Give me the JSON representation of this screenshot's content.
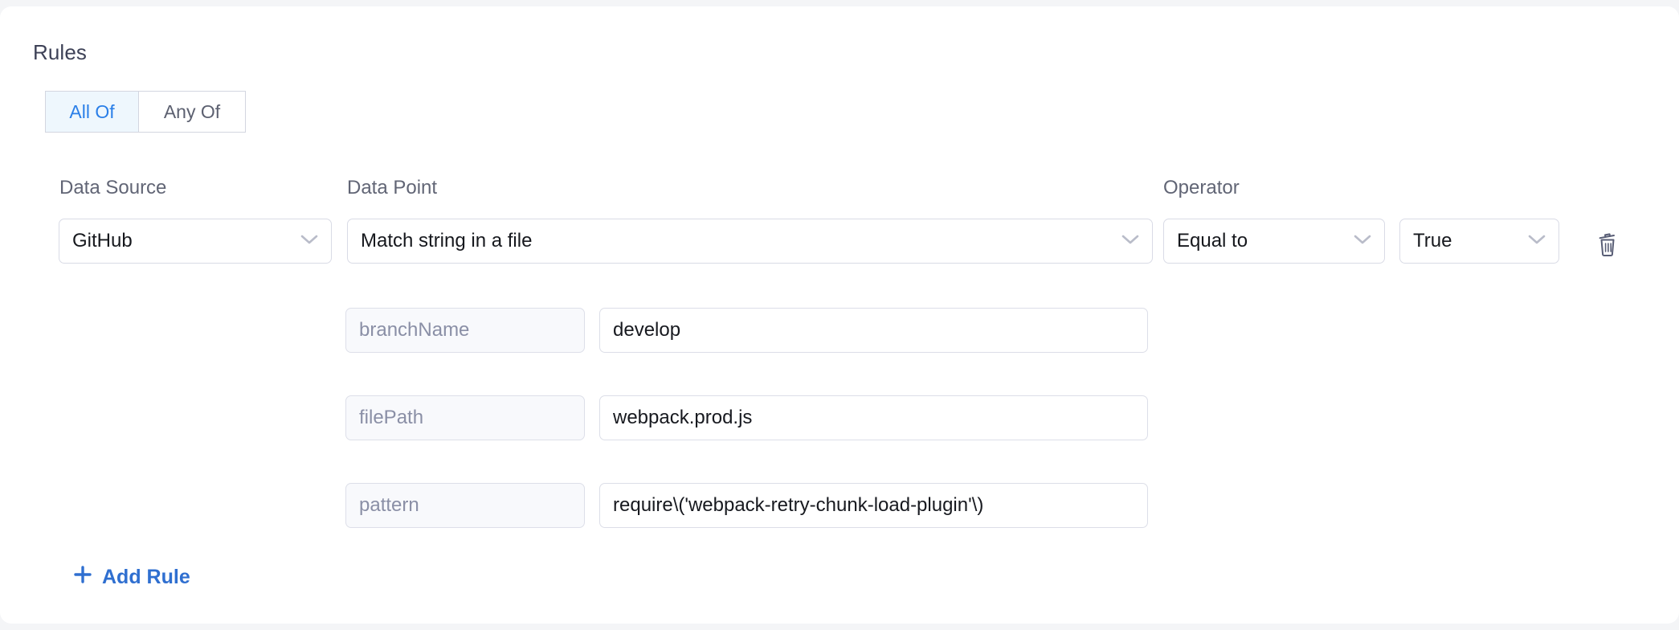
{
  "section": {
    "title": "Rules"
  },
  "match_mode": {
    "options": [
      {
        "label": "All Of",
        "active": true
      },
      {
        "label": "Any Of",
        "active": false
      }
    ]
  },
  "columns": {
    "data_source_label": "Data Source",
    "data_point_label": "Data Point",
    "operator_label": "Operator"
  },
  "rule": {
    "data_source": "GitHub",
    "data_point": "Match string in a file",
    "operator": "Equal to",
    "operator_value": "True",
    "parameters": [
      {
        "key": "branchName",
        "value": "develop"
      },
      {
        "key": "filePath",
        "value": "webpack.prod.js"
      },
      {
        "key": "pattern",
        "value": "require\\('webpack-retry-chunk-load-plugin'\\)"
      }
    ]
  },
  "actions": {
    "add_rule_label": "Add Rule",
    "delete_rule_icon": "trash-icon",
    "add_rule_icon": "plus-icon"
  },
  "colors": {
    "accent_blue": "#2a7fe8",
    "link_blue": "#2f6fd0",
    "active_tab_bg": "#eef7fd",
    "border": "#d9dbe6",
    "muted_text": "#8a8fa6"
  }
}
